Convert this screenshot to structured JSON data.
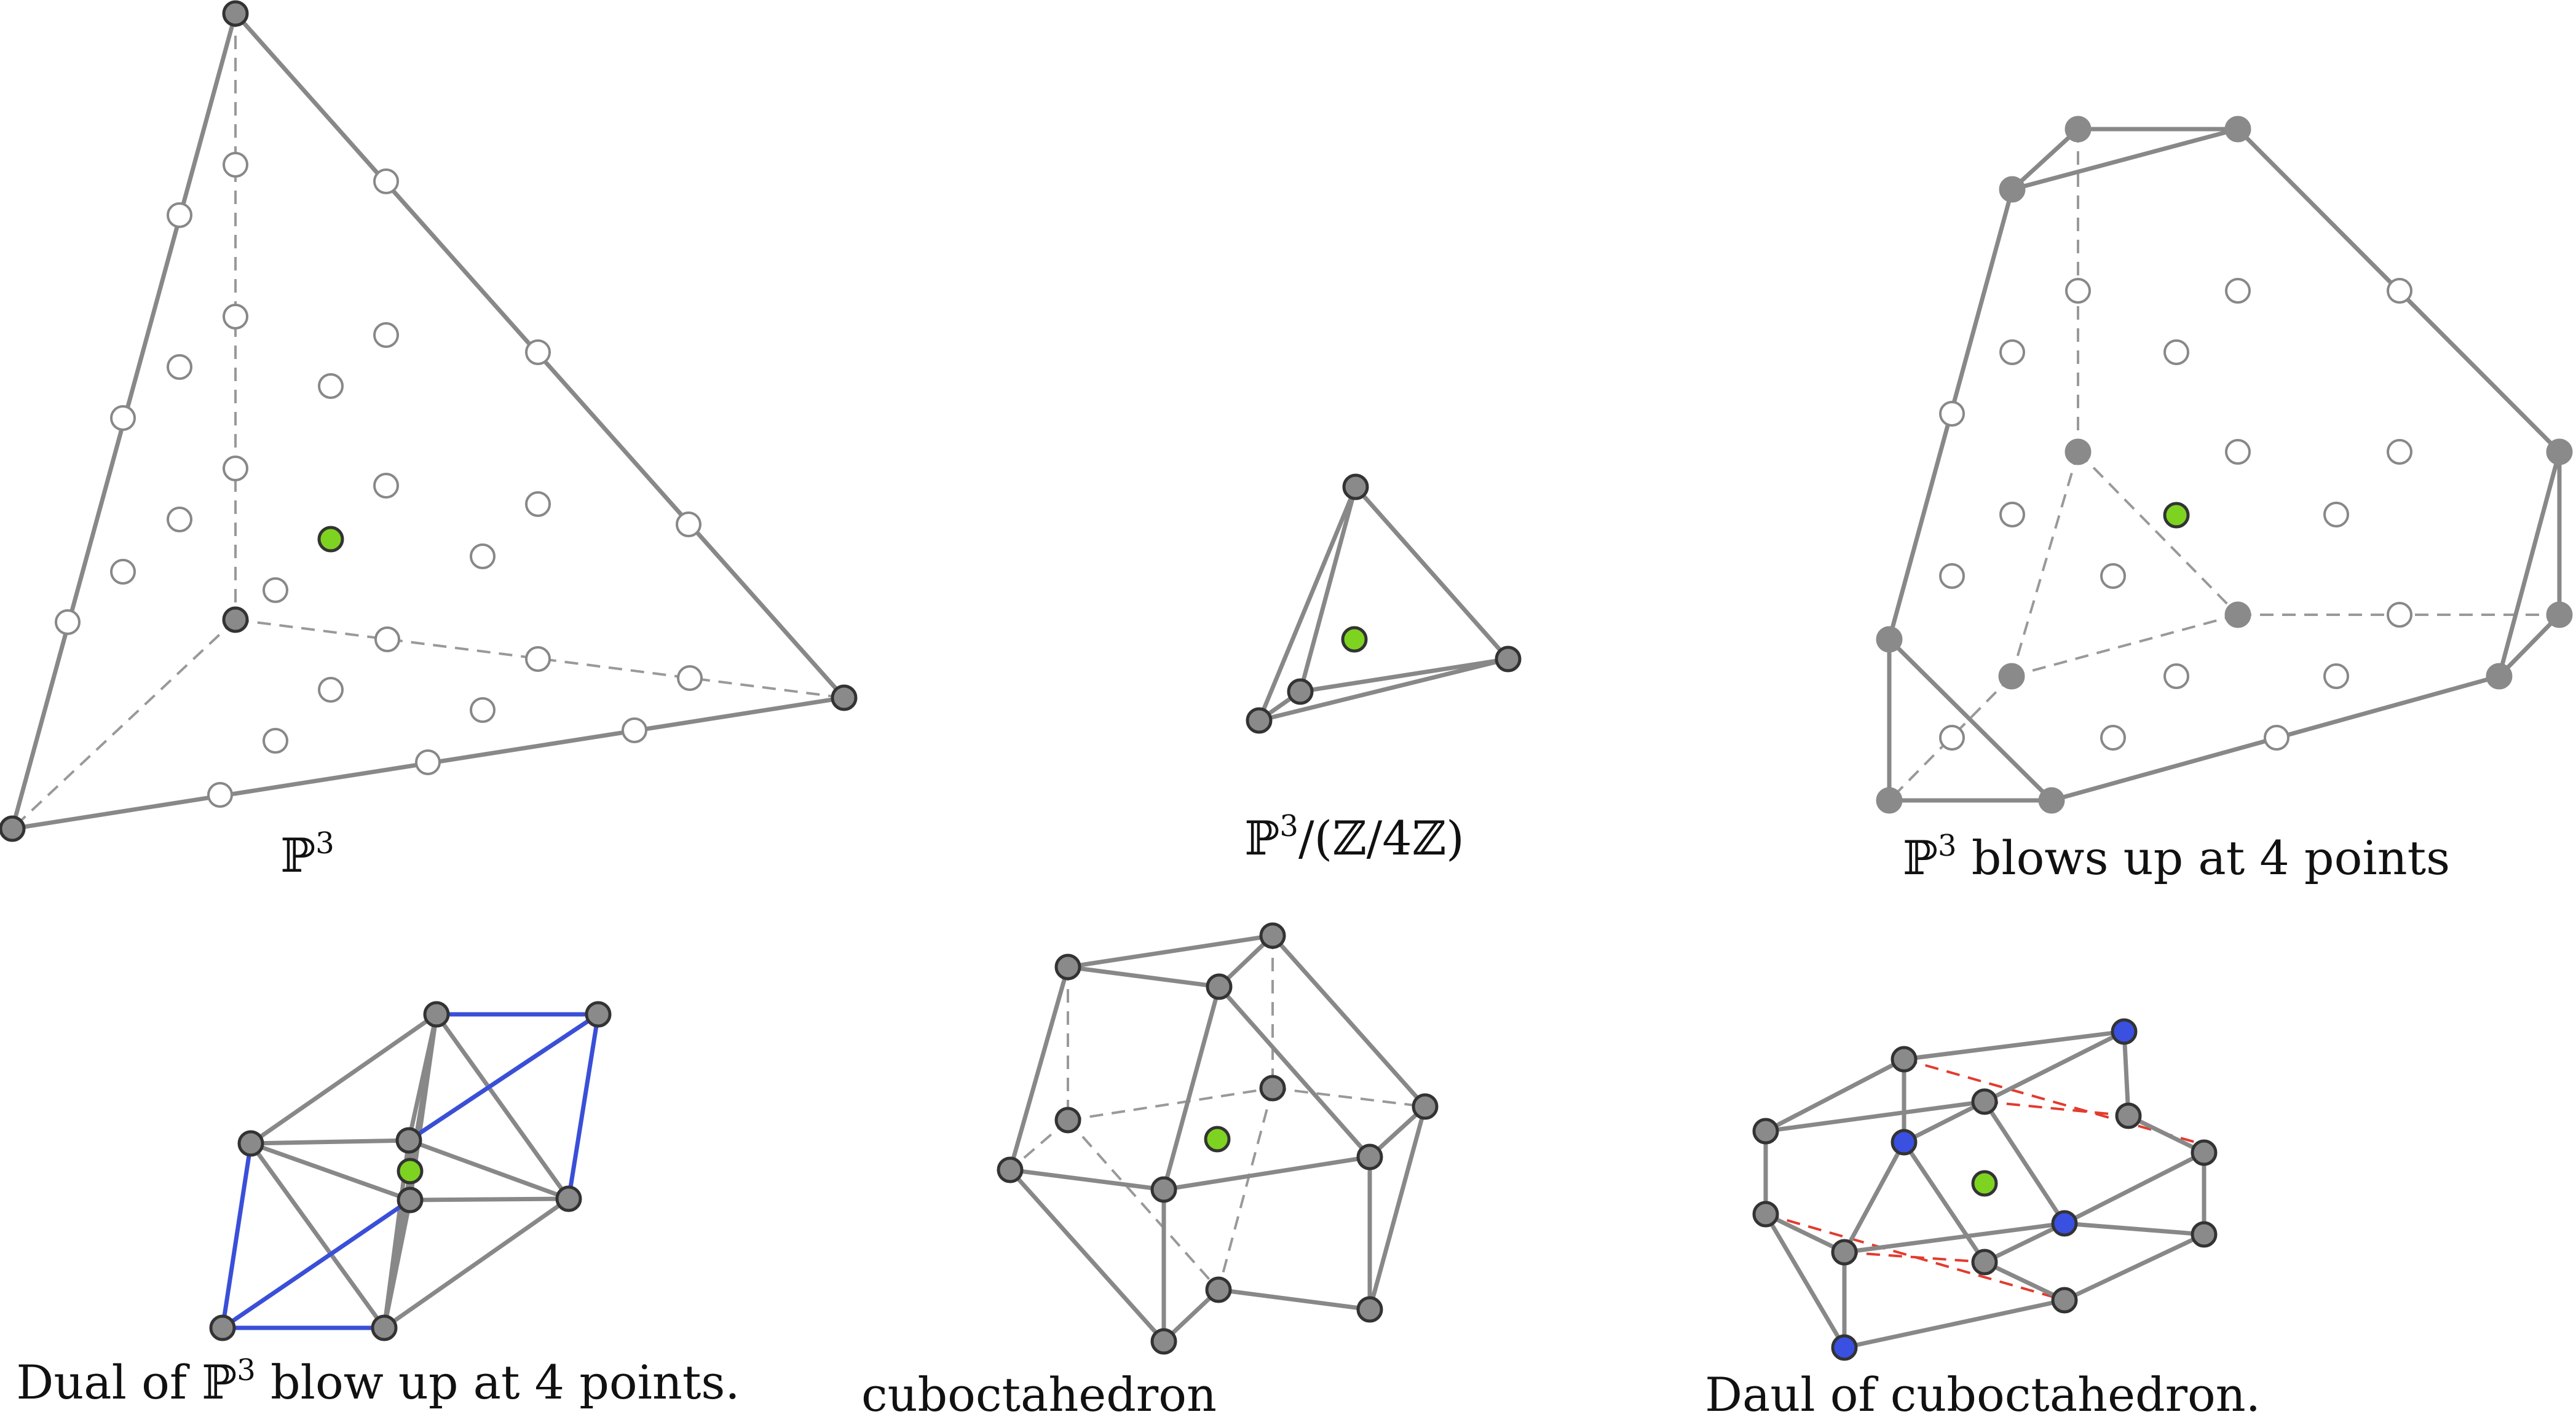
{
  "colors": {
    "edge": "#888888",
    "dashed": "#999999",
    "vertex_fill": "#8a8a8a",
    "vertex_stroke": "#333333",
    "origin": "#7ed321",
    "blue_edge": "#3a4fd8",
    "blue_vertex": "#3a50e0",
    "red_dashed": "#e23b2e",
    "lattice_hollow": "#888888",
    "background": "#ffffff"
  },
  "panels": [
    {
      "id": "p3",
      "caption_base": "ℙ",
      "caption_sup": "3",
      "caption_rest": ""
    },
    {
      "id": "p3-quotient",
      "caption_base": "ℙ",
      "caption_sup": "3",
      "caption_rest": "/(ℤ/4ℤ)"
    },
    {
      "id": "p3-blowup",
      "caption_base": "ℙ",
      "caption_sup": "3",
      "caption_rest": " blows up at 4 points"
    },
    {
      "id": "dual-p3-blowup",
      "caption_base": "Dual of ℙ",
      "caption_sup": "3",
      "caption_rest": " blow up at 4 points."
    },
    {
      "id": "cuboctahedron",
      "caption_base": "cuboctahedron",
      "caption_sup": "",
      "caption_rest": ""
    },
    {
      "id": "dual-cuboctahedron",
      "caption_base": "Daul of cuboctahedron.",
      "caption_sup": "",
      "caption_rest": ""
    }
  ]
}
